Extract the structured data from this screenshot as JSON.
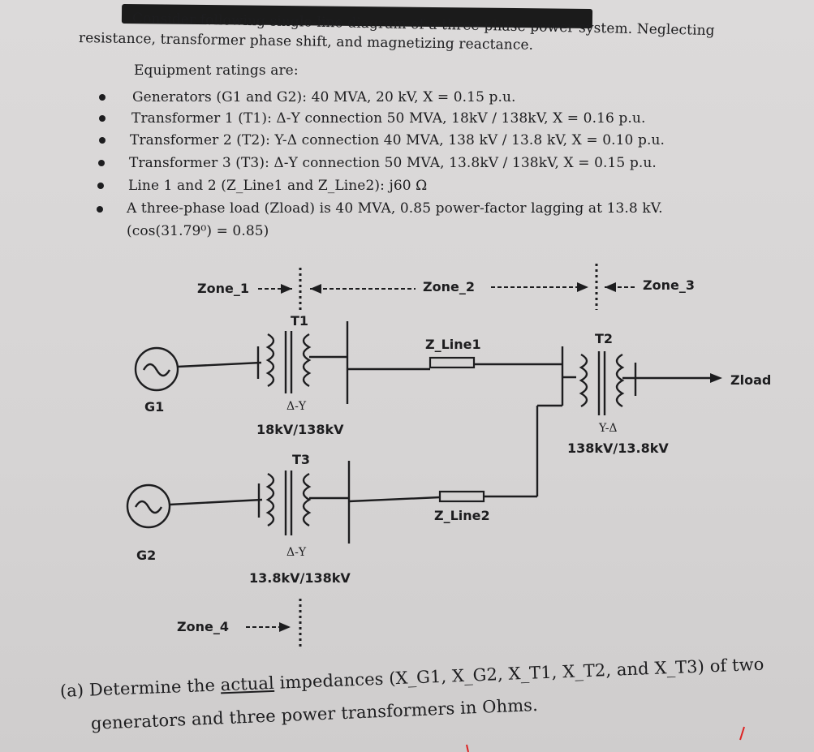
{
  "problem": {
    "intro_line1": "Consider following single-line diagram of a three-phase power system. Neglecting",
    "intro_line2": "resistance, transformer phase shift, and magnetizing reactance.",
    "ratings_heading": "Equipment ratings are:",
    "ratings": [
      "Generators (G1 and G2): 40 MVA, 20 kV, X = 0.15 p.u.",
      "Transformer 1 (T1): Δ-Y connection 50 MVA, 18kV / 138kV, X = 0.16 p.u.",
      "Transformer 2 (T2): Y-Δ connection 40 MVA, 138 kV / 13.8 kV, X = 0.10 p.u.",
      "Transformer 3 (T3): Δ-Y connection 50 MVA, 13.8kV / 138kV, X = 0.15 p.u.",
      "Line 1 and 2 (Z_Line1 and Z_Line2): j60 Ω",
      "A three-phase load (Zload) is 40 MVA, 0.85 power-factor lagging at 13.8 kV."
    ],
    "ratings_cont": "(cos(31.79⁰) = 0.85)"
  },
  "diagram": {
    "zone1": "Zone_1",
    "zone2": "Zone_2",
    "zone3": "Zone_3",
    "zone4": "Zone_4",
    "g1": "G1",
    "g2": "G2",
    "t1": "T1",
    "t1_conn": "Δ-Y",
    "t1_ratio": "18kV/138kV",
    "t2": "T2",
    "t2_conn": "Y-Δ",
    "t2_ratio": "138kV/13.8kV",
    "t3": "T3",
    "t3_conn": "Δ-Y",
    "t3_ratio": "13.8kV/138kV",
    "zline1": "Z_Line1",
    "zline2": "Z_Line2",
    "zload": "Zload"
  },
  "question": {
    "label": "(a)",
    "part1": "Determine the",
    "underlined": "actual",
    "part2": "impedances (X_G1, X_G2, X_T1, X_T2, and X_T3) of two",
    "line2": "generators and three power transformers in Ohms."
  }
}
